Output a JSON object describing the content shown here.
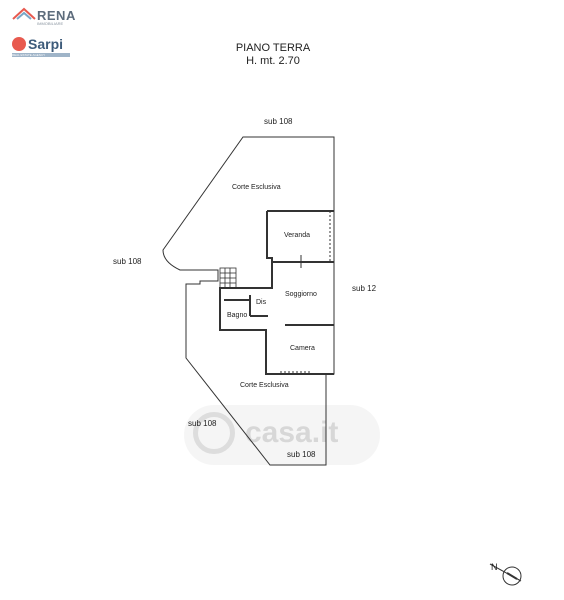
{
  "branding": {
    "rena_name": "RENA",
    "rena_tagline": "IMMOBILIARE",
    "sarpi_name": "Sarpi",
    "sarpi_tagline": "REAL ESTATE AGENCY"
  },
  "header": {
    "title": "PIANO TERRA",
    "height": "H. mt. 2.70"
  },
  "plan": {
    "rooms": {
      "courtyard_top": "Corte Esclusiva",
      "veranda": "Veranda",
      "soggiorno": "Soggiorno",
      "dis": "Dis",
      "bagno": "Bagno",
      "camera": "Camera",
      "courtyard_bottom": "Corte Esclusiva"
    },
    "neighbors": {
      "top": "sub 108",
      "left": "sub 108",
      "right": "sub 12",
      "bottom_left": "sub 108",
      "bottom": "sub 108"
    }
  },
  "watermark": {
    "text": "casa.it"
  },
  "compass": {
    "label": "N"
  },
  "colors": {
    "line": "#333333",
    "rena": "#5d6c7c",
    "sarpi_red": "#e85a4f",
    "sarpi_blue": "#3d5b7a"
  }
}
